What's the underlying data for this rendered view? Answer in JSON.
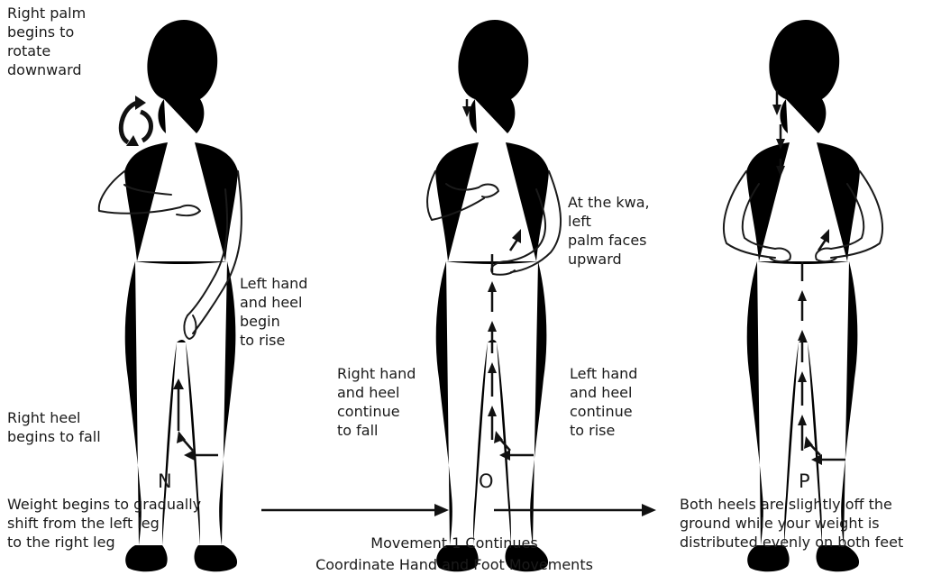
{
  "stages": [
    {
      "letter": "N",
      "caption": "Weight begins to gradually\nshift from the left leg\nto the right leg",
      "notes": {
        "right_palm": "Right palm\nbegins to\nrotate\ndownward",
        "left_hand": "Left hand\nand heel\nbegin\nto rise",
        "right_heel": "Right heel\nbegins to fall"
      }
    },
    {
      "letter": "O",
      "notes": {
        "kwa": "At the kwa,\nleft\npalm faces\nupward",
        "right_hand": "Right hand\nand heel\ncontinue\nto fall",
        "left_hand": "Left hand\nand heel\ncontinue\nto rise"
      }
    },
    {
      "letter": "P",
      "caption": "Both heels are slightly off the\nground while your weight is\ndistributed evenly on both feet"
    }
  ],
  "footer": {
    "line1": "Movement 1 Continues",
    "line2": "Coordinate Hand and Foot Movements"
  }
}
